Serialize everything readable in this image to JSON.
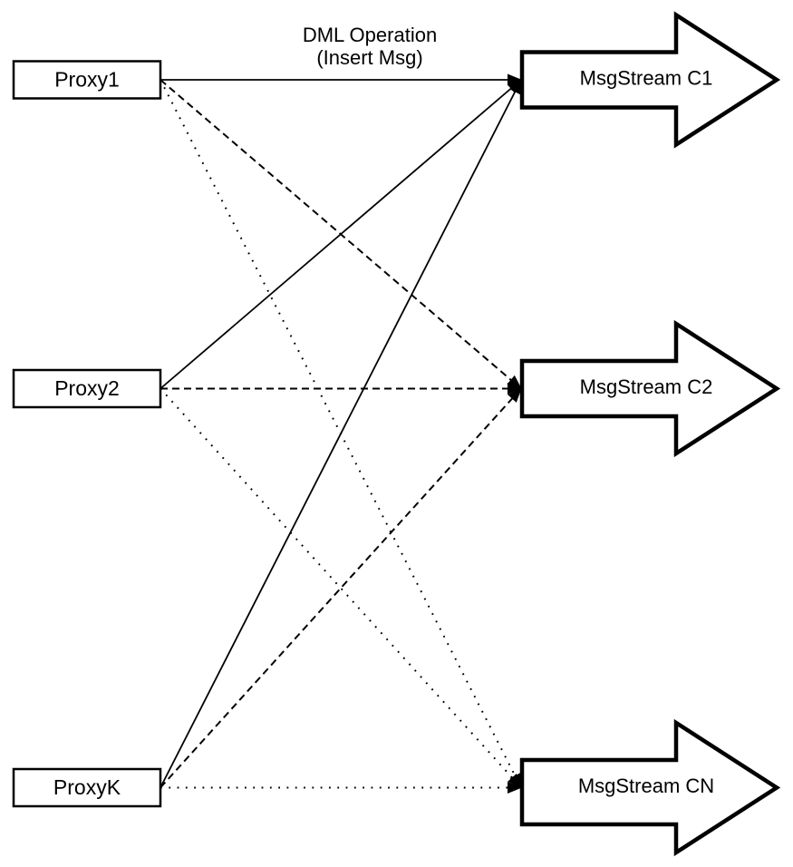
{
  "colors": {
    "ink": "#000000",
    "paper": "#ffffff"
  },
  "title": {
    "line1": "DML Operation",
    "line2": "(Insert Msg)"
  },
  "proxies": [
    {
      "id": "proxy1",
      "label": "Proxy1"
    },
    {
      "id": "proxy2",
      "label": "Proxy2"
    },
    {
      "id": "proxyk",
      "label": "ProxyK"
    }
  ],
  "streams": [
    {
      "id": "c1",
      "label": "MsgStream C1"
    },
    {
      "id": "c2",
      "label": "MsgStream C2"
    },
    {
      "id": "cn",
      "label": "MsgStream CN"
    }
  ],
  "edges": [
    {
      "from": "proxy1",
      "to": "c1",
      "style": "solid"
    },
    {
      "from": "proxy1",
      "to": "c2",
      "style": "dashed"
    },
    {
      "from": "proxy1",
      "to": "cn",
      "style": "dotted"
    },
    {
      "from": "proxy2",
      "to": "c1",
      "style": "solid"
    },
    {
      "from": "proxy2",
      "to": "c2",
      "style": "dashed"
    },
    {
      "from": "proxy2",
      "to": "cn",
      "style": "dotted"
    },
    {
      "from": "proxyk",
      "to": "c1",
      "style": "solid"
    },
    {
      "from": "proxyk",
      "to": "c2",
      "style": "dashed"
    },
    {
      "from": "proxyk",
      "to": "cn",
      "style": "dotted"
    }
  ]
}
